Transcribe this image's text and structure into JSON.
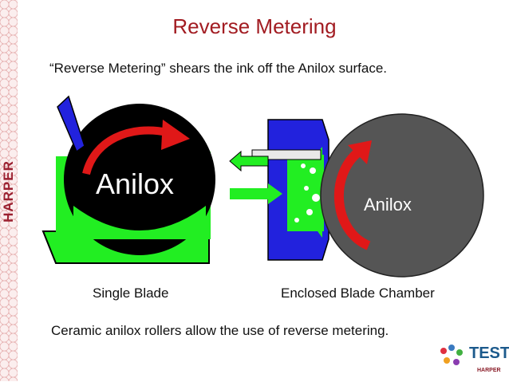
{
  "slide": {
    "title": "Reverse Metering",
    "subtitle": "“Reverse Metering” shears the ink off the Anilox surface.",
    "footer": "Ceramic anilox rollers allow the use of reverse metering."
  },
  "brand": {
    "side_logo": "HARPER",
    "test_logo": "TEST",
    "test_sub": "HARPER"
  },
  "diagram": {
    "left_roller_label": "Anilox",
    "right_roller_label": "Anilox",
    "left_caption": "Single Blade",
    "right_caption": "Enclosed Blade Chamber"
  },
  "colors": {
    "title": "#a21c22",
    "ink_green": "#22ee22",
    "blade_blue": "#2222dd",
    "arrow_red": "#e01818",
    "roller_dark": "#000000",
    "roller_gray": "#555555"
  }
}
